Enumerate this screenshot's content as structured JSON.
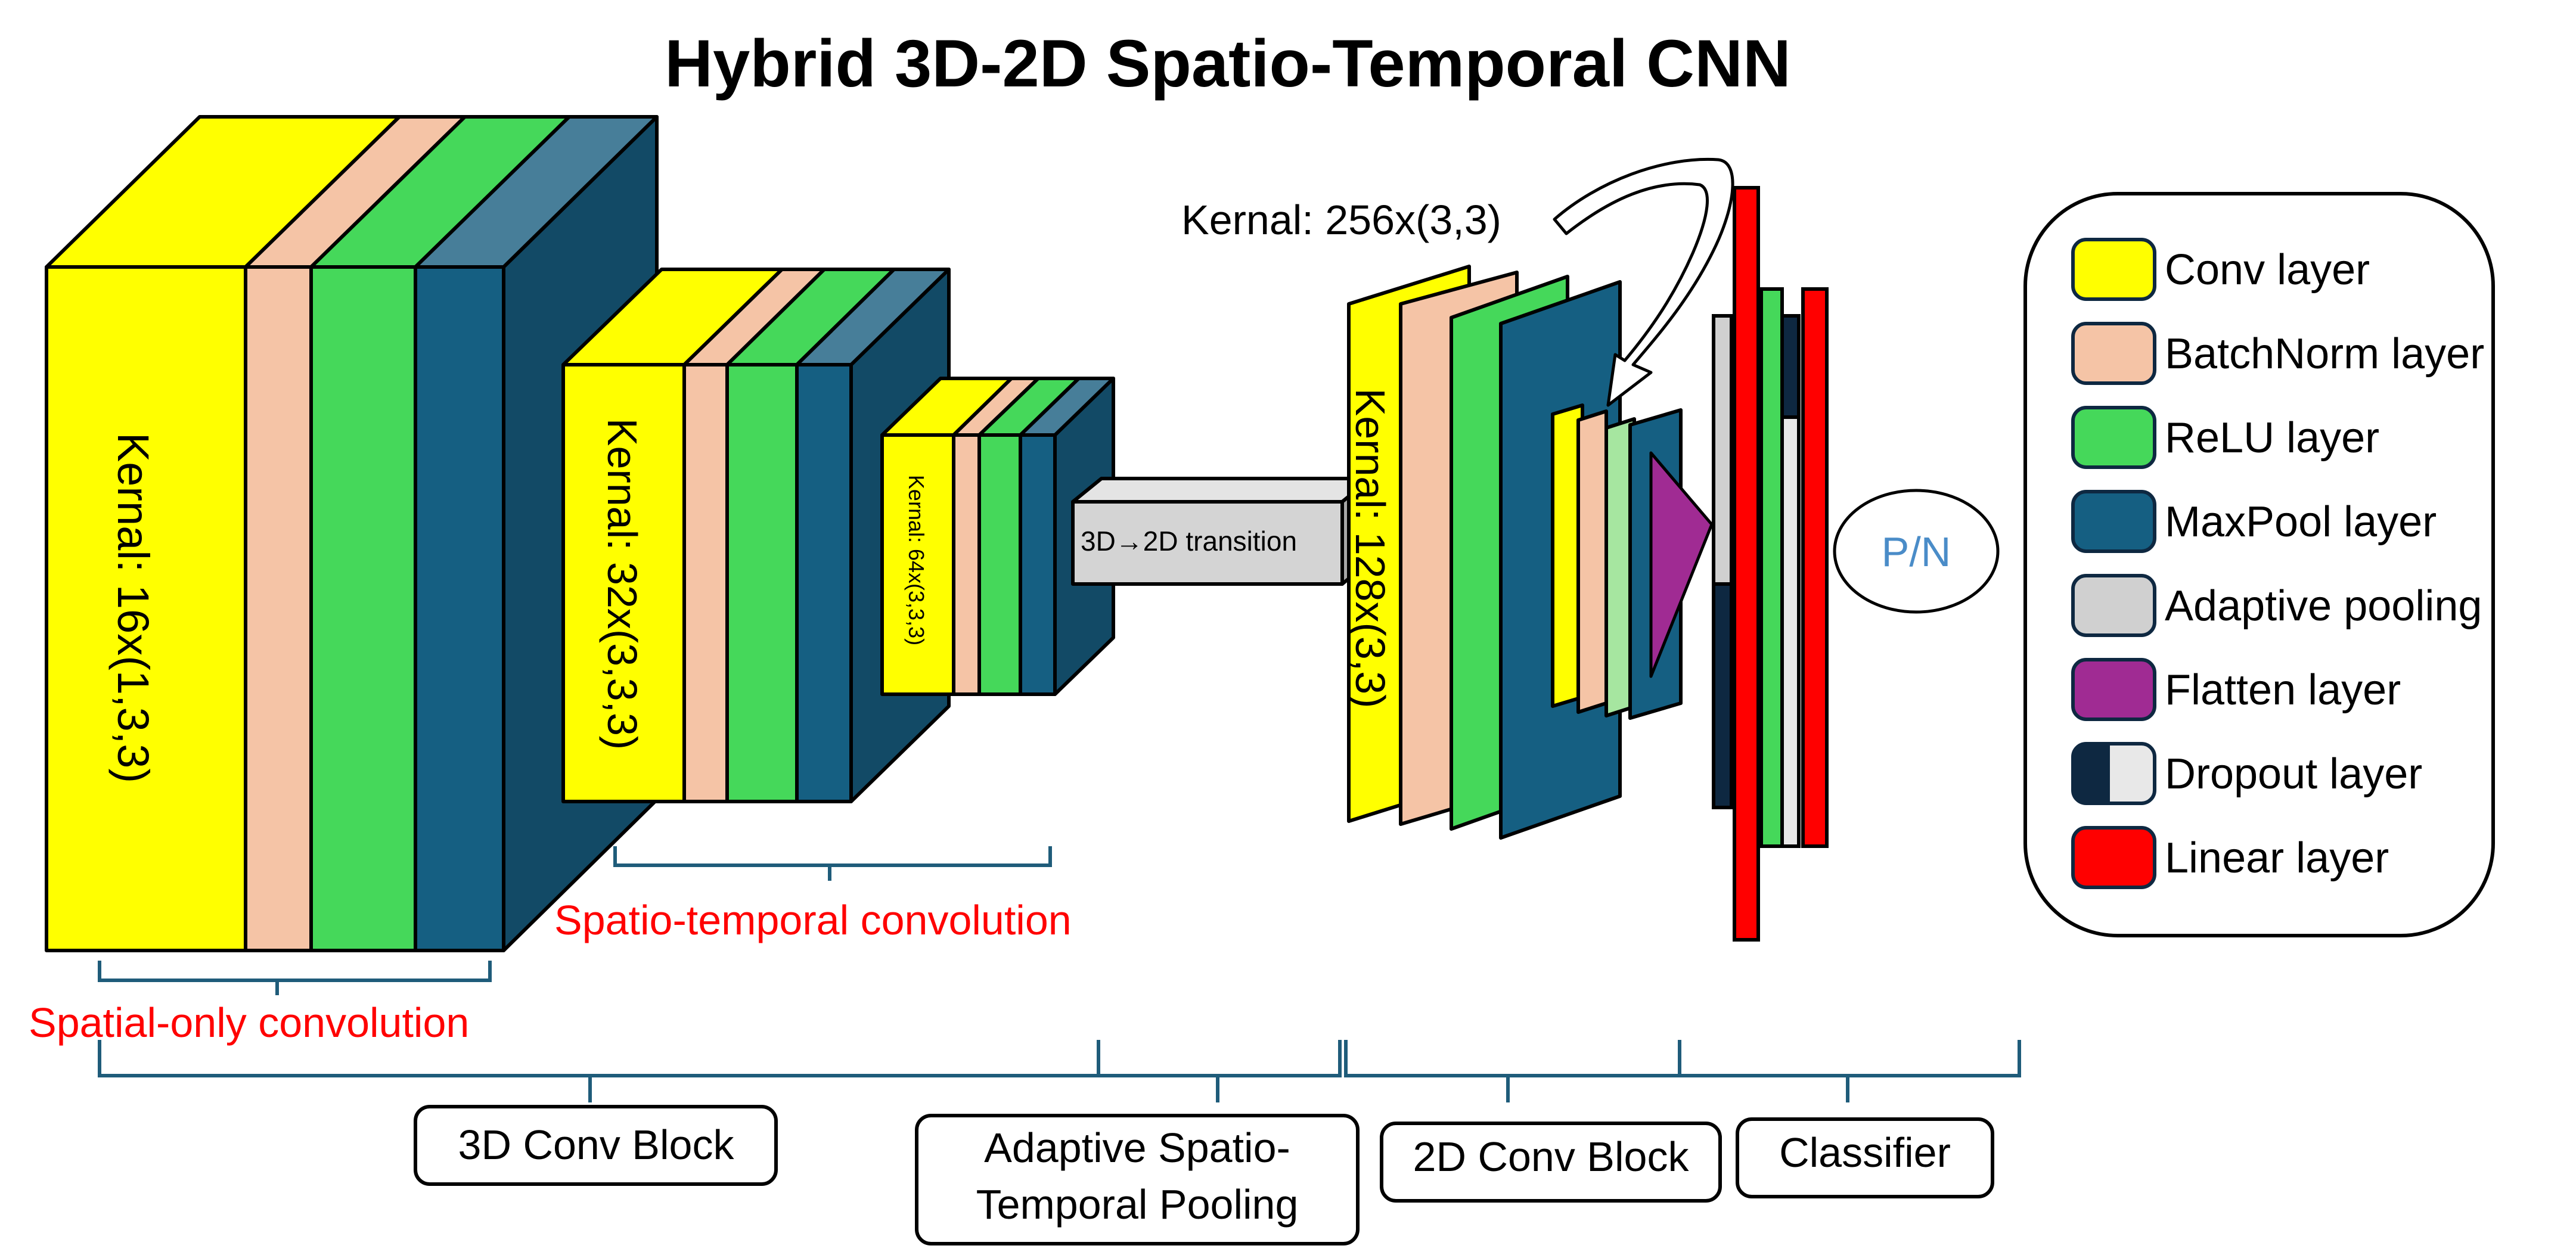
{
  "title": "Hybrid 3D-2D Spatio-Temporal CNN",
  "kernels": {
    "k16": "Kernal: 16x(1,3,3)",
    "k32": "Kernal: 32x(3,3,3)",
    "k64": "Kernal: 64x(3,3,3)",
    "k128": "Kernal: 128x(3,3)",
    "k256": "Kernal: 256x(3,3)"
  },
  "transition": "3D→2D transition",
  "output": "P/N",
  "sublabels": {
    "spatial": "Spatial-only convolution",
    "spatiotemporal": "Spatio-temporal convolution"
  },
  "blocks": {
    "conv3d": "3D Conv Block",
    "pool_line1": "Adaptive Spatio-",
    "pool_line2": "Temporal Pooling",
    "conv2d": "2D Conv Block",
    "classifier": "Classifier"
  },
  "legend": [
    {
      "label": "Conv layer",
      "color": "#FFFF00"
    },
    {
      "label": "BatchNorm layer",
      "color": "#F5C4A6"
    },
    {
      "label": "ReLU layer",
      "color": "#45D85A"
    },
    {
      "label": "MaxPool layer",
      "color": "#155F82"
    },
    {
      "label": "Adaptive pooling",
      "color": "#D0D0D0"
    },
    {
      "label": "Flatten layer",
      "color": "#A02B93"
    },
    {
      "label": "Dropout layer",
      "color": "#0E2841"
    },
    {
      "label": "Linear layer",
      "color": "#FF0000"
    }
  ],
  "colors": {
    "conv": "#FFFF00",
    "batchnorm": "#F5C4A6",
    "relu": "#45D85A",
    "maxpool": "#155F82",
    "maxpool_side": "#124A66",
    "pool": "#D0D0D0",
    "flatten": "#A02B93",
    "dropout": "#0E2841",
    "linear": "#FF0000",
    "accent_red": "#FF0000",
    "brace": "#1F5C7A",
    "output_text": "#4A8CC8"
  }
}
